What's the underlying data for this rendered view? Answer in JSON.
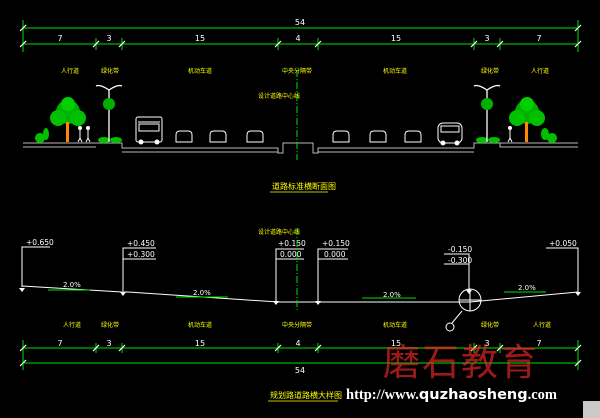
{
  "colors": {
    "dim": "#00e000",
    "label": "#ffff00",
    "text": "#ffffff",
    "accent": "#ff2a2a",
    "road": "#b8b8b8",
    "bg": "#000000"
  },
  "total_width": "54",
  "segments": [
    "7",
    "3",
    "15",
    "4",
    "15",
    "3",
    "7"
  ],
  "labels": [
    "人行道",
    "绿化带",
    "机动车道",
    "中央分隔带",
    "机动车道",
    "绿化带",
    "人行道"
  ],
  "cross_section": {
    "title": "道路标准横断面图",
    "centerline": "设计道路中心线"
  },
  "slope_section": {
    "title": "规划路道路横大样图",
    "centerline": "设计道路中心线",
    "elevations": [
      {
        "top": "+0.650",
        "bottom": ""
      },
      {
        "top": "+0.450",
        "bottom": "+0.300"
      },
      {
        "top": "+0.150",
        "bottom": "0.000"
      },
      {
        "top": "+0.150",
        "bottom": "0.000"
      },
      {
        "top": "-0.150",
        "bottom": "-0.300"
      },
      {
        "top": "+0.050",
        "bottom": ""
      }
    ],
    "slopes": [
      "2.0%",
      "2.0%",
      "2.0%",
      "2.0%"
    ]
  },
  "watermark": "磨石教育",
  "url": {
    "prefix": "http://www.",
    "name": "quzhaosheng",
    "suffix": ".com"
  }
}
